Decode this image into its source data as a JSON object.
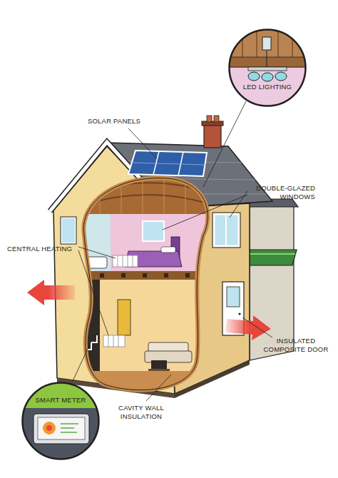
{
  "diagram": {
    "nodes": [
      {
        "text": [
          "LED LIGHTING"
        ]
      },
      {
        "text": [
          "SMART METER"
        ]
      }
    ],
    "labels": [
      "SOLAR PANELS",
      "DOUBLE-GLAZED WINDOWS",
      "CENTRAL HEATING",
      "INSULATED COMPOSITE DOOR",
      "CAVITY WALL INSULATION"
    ]
  }
}
